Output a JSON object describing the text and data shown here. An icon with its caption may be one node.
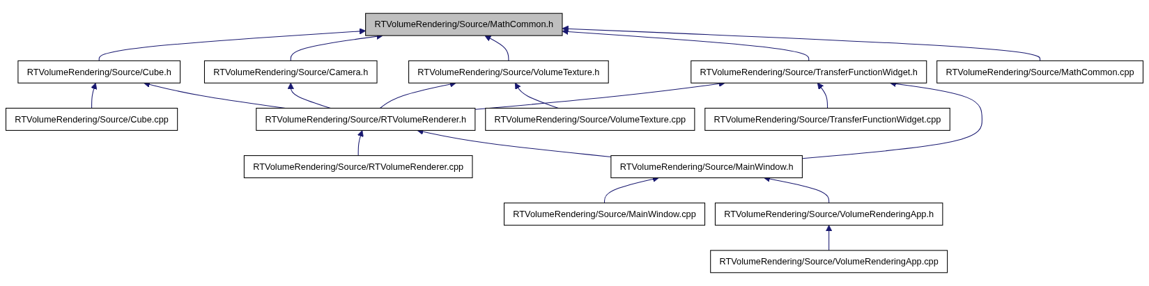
{
  "diagram": {
    "nodes": [
      {
        "text": [
          "RTVolumeRendering/Source/MathCommon.h"
        ]
      },
      {
        "text": [
          "RTVolumeRendering/Source/Cube.h"
        ]
      },
      {
        "text": [
          "RTVolumeRendering/Source/Camera.h"
        ]
      },
      {
        "text": [
          "RTVolumeRendering/Source/VolumeTexture.h"
        ]
      },
      {
        "text": [
          "RTVolumeRendering/Source/TransferFunctionWidget.h"
        ]
      },
      {
        "text": [
          "RTVolumeRendering/Source/MathCommon.cpp"
        ]
      },
      {
        "text": [
          "RTVolumeRendering/Source/Cube.cpp"
        ]
      },
      {
        "text": [
          "RTVolumeRendering/Source/RTVolumeRenderer.h"
        ]
      },
      {
        "text": [
          "RTVolumeRendering/Source/VolumeTexture.cpp"
        ]
      },
      {
        "text": [
          "RTVolumeRendering/Source/TransferFunctionWidget.cpp"
        ]
      },
      {
        "text": [
          "RTVolumeRendering/Source/RTVolumeRenderer.cpp"
        ]
      },
      {
        "text": [
          "RTVolumeRendering/Source/MainWindow.h"
        ]
      },
      {
        "text": [
          "RTVolumeRendering/Source/MainWindow.cpp"
        ]
      },
      {
        "text": [
          "RTVolumeRendering/Source/VolumeRenderingApp.h"
        ]
      },
      {
        "text": [
          "RTVolumeRendering/Source/VolumeRenderingApp.cpp"
        ]
      }
    ],
    "edges": [
      {
        "from": 1,
        "to": 0,
        "arrow": "to"
      },
      {
        "from": 2,
        "to": 0,
        "arrow": "to"
      },
      {
        "from": 3,
        "to": 0,
        "arrow": "to"
      },
      {
        "from": 4,
        "to": 0,
        "arrow": "to"
      },
      {
        "from": 5,
        "to": 0,
        "arrow": "to"
      },
      {
        "from": 6,
        "to": 1,
        "arrow": "to"
      },
      {
        "from": 7,
        "to": 1,
        "arrow": "to"
      },
      {
        "from": 7,
        "to": 2,
        "arrow": "to"
      },
      {
        "from": 7,
        "to": 3,
        "arrow": "to"
      },
      {
        "from": 7,
        "to": 4,
        "arrow": "to"
      },
      {
        "from": 8,
        "to": 3,
        "arrow": "to"
      },
      {
        "from": 9,
        "to": 4,
        "arrow": "to"
      },
      {
        "from": 11,
        "to": 4,
        "arrow": "to"
      },
      {
        "from": 10,
        "to": 7,
        "arrow": "to"
      },
      {
        "from": 11,
        "to": 7,
        "arrow": "to"
      },
      {
        "from": 12,
        "to": 11,
        "arrow": "to"
      },
      {
        "from": 13,
        "to": 11,
        "arrow": "to"
      },
      {
        "from": 14,
        "to": 13,
        "arrow": "to"
      }
    ]
  }
}
